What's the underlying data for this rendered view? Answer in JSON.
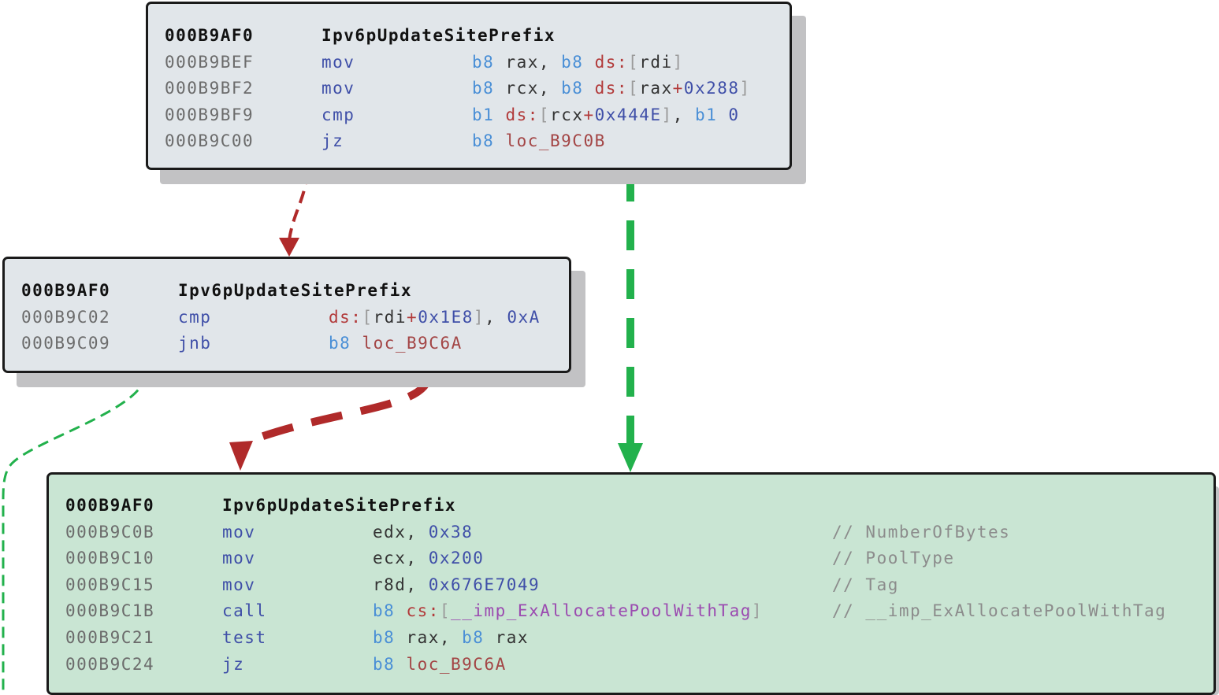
{
  "colors": {
    "block_gray": "#e1e6ea",
    "block_green": "#c9e5d3",
    "edge_taken": "#b02a2a",
    "edge_fallthrough": "#22b14c",
    "mnemonic": "#3f4fa8",
    "size_prefix": "#4a8fd6",
    "segment": "#b23a3a",
    "comment": "#8c8c8c"
  },
  "blocks": [
    {
      "id": "block-b9bef",
      "header": {
        "addr": "000B9AF0",
        "func": "Ipv6pUpdateSitePrefix"
      },
      "lines": [
        {
          "addr": "000B9BEF",
          "mnemonic": "mov",
          "ops": [
            {
              "t": "b8",
              "c": "sz"
            },
            {
              "t": " rax, ",
              "c": "reg"
            },
            {
              "t": "b8",
              "c": "sz"
            },
            {
              "t": " ",
              "c": "reg"
            },
            {
              "t": "ds:",
              "c": "seg"
            },
            {
              "t": "[",
              "c": "br"
            },
            {
              "t": "rdi",
              "c": "reg"
            },
            {
              "t": "]",
              "c": "br"
            }
          ]
        },
        {
          "addr": "000B9BF2",
          "mnemonic": "mov",
          "ops": [
            {
              "t": "b8",
              "c": "sz"
            },
            {
              "t": " rcx, ",
              "c": "reg"
            },
            {
              "t": "b8",
              "c": "sz"
            },
            {
              "t": " ",
              "c": "reg"
            },
            {
              "t": "ds:",
              "c": "seg"
            },
            {
              "t": "[",
              "c": "br"
            },
            {
              "t": "rax",
              "c": "reg"
            },
            {
              "t": "+",
              "c": "plus"
            },
            {
              "t": "0x288",
              "c": "num"
            },
            {
              "t": "]",
              "c": "br"
            }
          ]
        },
        {
          "addr": "000B9BF9",
          "mnemonic": "cmp",
          "ops": [
            {
              "t": "b1",
              "c": "sz"
            },
            {
              "t": " ",
              "c": "reg"
            },
            {
              "t": "ds:",
              "c": "seg"
            },
            {
              "t": "[",
              "c": "br"
            },
            {
              "t": "rcx",
              "c": "reg"
            },
            {
              "t": "+",
              "c": "plus"
            },
            {
              "t": "0x444E",
              "c": "num"
            },
            {
              "t": "]",
              "c": "br"
            },
            {
              "t": ", ",
              "c": "reg"
            },
            {
              "t": "b1",
              "c": "sz"
            },
            {
              "t": " ",
              "c": "reg"
            },
            {
              "t": "0",
              "c": "num"
            }
          ]
        },
        {
          "addr": "000B9C00",
          "mnemonic": "jz",
          "ops": [
            {
              "t": "b8",
              "c": "sz"
            },
            {
              "t": " ",
              "c": "reg"
            },
            {
              "t": "loc_B9C0B",
              "c": "loc"
            }
          ]
        }
      ]
    },
    {
      "id": "block-b9c02",
      "header": {
        "addr": "000B9AF0",
        "func": "Ipv6pUpdateSitePrefix"
      },
      "lines": [
        {
          "addr": "000B9C02",
          "mnemonic": "cmp",
          "ops": [
            {
              "t": "ds:",
              "c": "seg"
            },
            {
              "t": "[",
              "c": "br"
            },
            {
              "t": "rdi",
              "c": "reg"
            },
            {
              "t": "+",
              "c": "plus"
            },
            {
              "t": "0x1E8",
              "c": "num"
            },
            {
              "t": "]",
              "c": "br"
            },
            {
              "t": ", ",
              "c": "reg"
            },
            {
              "t": "0xA",
              "c": "num"
            }
          ]
        },
        {
          "addr": "000B9C09",
          "mnemonic": "jnb",
          "ops": [
            {
              "t": "b8",
              "c": "sz"
            },
            {
              "t": " ",
              "c": "reg"
            },
            {
              "t": "loc_B9C6A",
              "c": "loc"
            }
          ]
        }
      ]
    },
    {
      "id": "block-b9c0b",
      "header": {
        "addr": "000B9AF0",
        "func": "Ipv6pUpdateSitePrefix"
      },
      "lines": [
        {
          "addr": "000B9C0B",
          "mnemonic": "mov",
          "ops": [
            {
              "t": "edx, ",
              "c": "reg"
            },
            {
              "t": "0x38",
              "c": "num"
            }
          ],
          "comment": "// NumberOfBytes"
        },
        {
          "addr": "000B9C10",
          "mnemonic": "mov",
          "ops": [
            {
              "t": "ecx, ",
              "c": "reg"
            },
            {
              "t": "0x200",
              "c": "num"
            }
          ],
          "comment": "// PoolType"
        },
        {
          "addr": "000B9C15",
          "mnemonic": "mov",
          "ops": [
            {
              "t": "r8d, ",
              "c": "reg"
            },
            {
              "t": "0x676E7049",
              "c": "num"
            }
          ],
          "comment": "// Tag"
        },
        {
          "addr": "000B9C1B",
          "mnemonic": "call",
          "ops": [
            {
              "t": "b8",
              "c": "sz"
            },
            {
              "t": " ",
              "c": "reg"
            },
            {
              "t": "cs:",
              "c": "seg"
            },
            {
              "t": "[",
              "c": "br"
            },
            {
              "t": "__imp_ExAllocatePoolWithTag",
              "c": "sym"
            },
            {
              "t": "]",
              "c": "br"
            }
          ],
          "comment": "// __imp_ExAllocatePoolWithTag"
        },
        {
          "addr": "000B9C21",
          "mnemonic": "test",
          "ops": [
            {
              "t": "b8",
              "c": "sz"
            },
            {
              "t": " rax, ",
              "c": "reg"
            },
            {
              "t": "b8",
              "c": "sz"
            },
            {
              "t": " rax",
              "c": "reg"
            }
          ]
        },
        {
          "addr": "000B9C24",
          "mnemonic": "jz",
          "ops": [
            {
              "t": "b8",
              "c": "sz"
            },
            {
              "t": " ",
              "c": "reg"
            },
            {
              "t": "loc_B9C6A",
              "c": "loc"
            }
          ]
        }
      ]
    }
  ]
}
